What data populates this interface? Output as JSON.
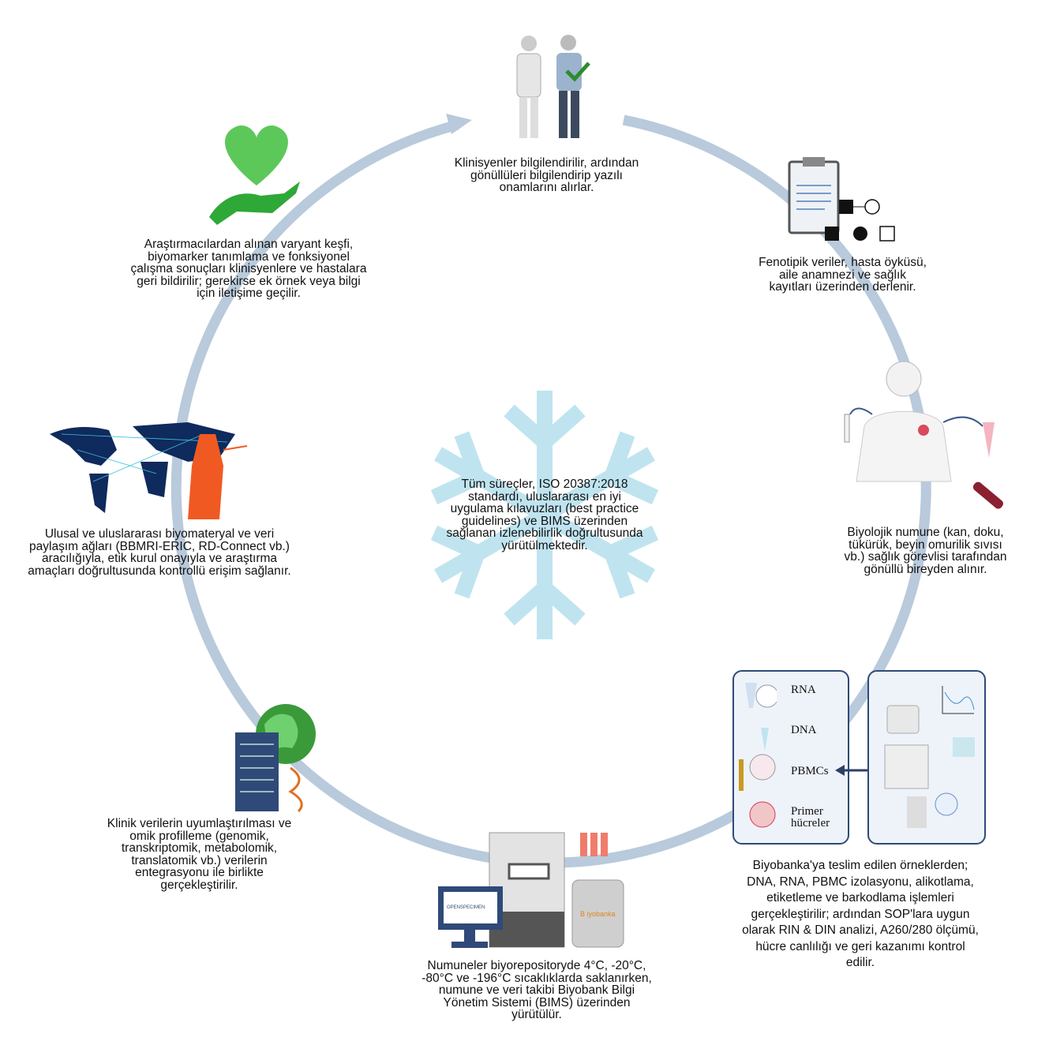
{
  "colors": {
    "cycle": "#b8cadb",
    "snowflake": "#bfe4f0",
    "heart": "#5cc85a",
    "hand": "#2ea836",
    "panel_border": "#2f4a78",
    "map": "#0f2a5c",
    "justice": "#f05a22"
  },
  "steps": {
    "consent": "Klinisyenler bilgilendirilir, ardından gönüllüleri bilgilendirip yazılı onamlarını alırlar.",
    "phenotype": "Fenotipik veriler, hasta öyküsü, aile anamnezi ve sağlık kayıtları üzerinden derlenir.",
    "sampling": "Biyolojik numune (kan, doku, tükürük, beyin omurilik sıvısı vb.) sağlık görevlisi tarafından gönüllü bireyden alınır.",
    "processing": "Biyobanka'ya teslim edilen örneklerden; DNA, RNA, PBMC izolasyonu, alikotlama, etiketleme ve barkodlama işlemleri gerçekleştirilir; ardından SOP'lara uygun olarak RIN & DIN analizi, A260/280 ölçümü, hücre canlılığı ve geri kazanımı kontrol edilir.",
    "storage": "Numuneler biyorepositoryde 4°C, -20°C, -80°C ve -196°C sıcaklıklarda saklanırken, numune ve veri takibi Biyobank Bilgi Yönetim Sistemi (BIMS) üzerinden yürütülür.",
    "integration": "Klinik verilerin uyumlaştırılması ve omik profilleme (genomik, transkriptomik, metabolomik, translatomik vb.) verilerin entegrasyonu ile birlikte gerçekleştirilir.",
    "sharing": "Ulusal ve uluslararası biyomateryal ve veri paylaşım ağları (BBMRI-ERIC, RD-Connect vb.) aracılığıyla, etik kurul onayıyla ve araştırma amaçları doğrultusunda kontrollü erişim sağlanır.",
    "feedback": "Araştırmacılardan alınan varyant keşfi, biyomarker tanımlama ve fonksiyonel çalışma sonuçları klinisyenlere ve hastalara geri bildirilir; gerekirse ek örnek veya bilgi için iletişime geçilir."
  },
  "center": "Tüm süreçler, ISO 20387:2018 standardı, uluslararası en iyi uygulama kılavuzları (best practice guidelines) ve BIMS üzerinden sağlanan izlenebilirlik doğrultusunda yürütülmektedir.",
  "sample_types": [
    "RNA",
    "DNA",
    "PBMCs",
    "Primer hücreler"
  ],
  "logos": {
    "openspecimen": "OPENSPECIMEN",
    "biyobanka": "iyobanka"
  }
}
